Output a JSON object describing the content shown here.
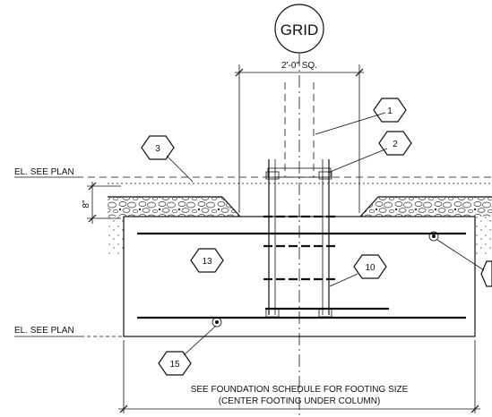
{
  "grid_label": "GRID",
  "dimension_top": "2'-0\" SQ.",
  "elevation_top": "EL. SEE PLAN",
  "elevation_bottom": "EL. SEE PLAN",
  "dimension_left": "8\"",
  "callouts": {
    "c1": "1",
    "c2": "2",
    "c3": "3",
    "c10": "10",
    "c13": "13",
    "c15": "15"
  },
  "footing_note_line1": "SEE FOUNDATION SCHEDULE FOR FOOTING SIZE",
  "footing_note_line2": "(CENTER FOOTING UNDER COLUMN)"
}
